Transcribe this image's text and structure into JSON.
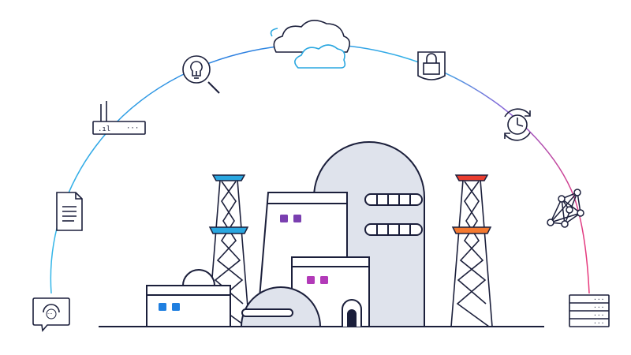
{
  "colors": {
    "background": "#ffffff",
    "outline": "#1b1f3b",
    "building_fill": "#ffffff",
    "dome_fill": "#dfe3ec",
    "blue_accent": "#2aa7e0",
    "arc_blue": "#2b7de0",
    "arc_cyan": "#34b6e8",
    "arc_purple": "#8a5fd6",
    "arc_pink": "#e8387a",
    "window_blue": "#1f7fe0",
    "window_purple": "#7a3fb0",
    "window_magenta": "#b23ab8",
    "red_accent": "#ea3d2f",
    "orange_accent": "#f47a30",
    "door": "#1b1f3b"
  },
  "icons": [
    "headset-chat-icon",
    "document-icon",
    "router-icon",
    "lightbulb-search-icon",
    "cloud-icon",
    "lock-shield-icon",
    "clock-refresh-icon",
    "network-graph-icon",
    "server-rack-icon"
  ],
  "scene": {
    "elements": [
      "industrial-facility",
      "dome-building",
      "left-tower",
      "right-tower",
      "ground-line"
    ]
  }
}
